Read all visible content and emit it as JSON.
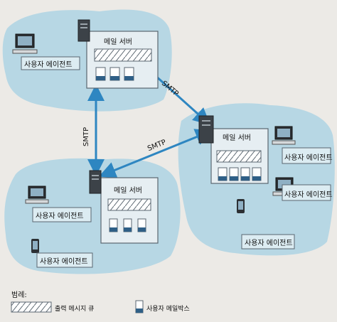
{
  "mail_servers": {
    "top": {
      "label": "메일 서버"
    },
    "right": {
      "label": "메일 서버"
    },
    "bottom": {
      "label": "메일 서버"
    }
  },
  "user_agents": {
    "top_left": "사용자 에이전트",
    "right_1": "사용자 에이전트",
    "right_2": "사용자 에이전트",
    "right_3": "사용자 에이전트",
    "bottom_1": "사용자 에이전트",
    "bottom_2": "사용자 에이전트"
  },
  "links": {
    "top_to_right": "SMTP",
    "top_to_bottom": "SMTP",
    "right_to_bottom": "SMTP"
  },
  "legend": {
    "title": "범례:",
    "queue": "출력 메시지 큐",
    "mailbox": "사용자 메일박스"
  },
  "colors": {
    "cloud": "#b7d7e4",
    "box_border": "#5a6670",
    "arrow": "#2e86c1",
    "label_fill": "#dcecf2"
  }
}
